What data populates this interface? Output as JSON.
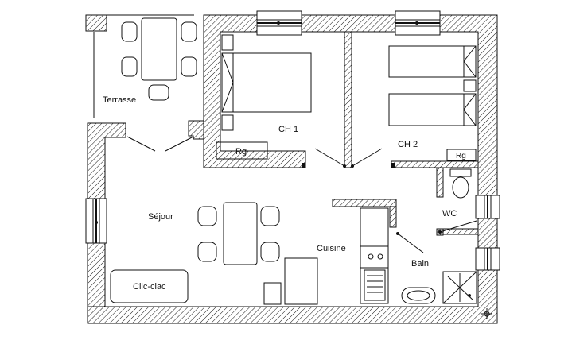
{
  "rooms": {
    "terrasse": "Terrasse",
    "ch1": "CH 1",
    "ch2": "CH 2",
    "sejour": "Séjour",
    "cuisine": "Cuisine",
    "wc": "WC",
    "bain": "Bain"
  },
  "furniture": {
    "rg1": "Rg",
    "rg2": "Rg",
    "clic_clac": "Clic-clac"
  }
}
